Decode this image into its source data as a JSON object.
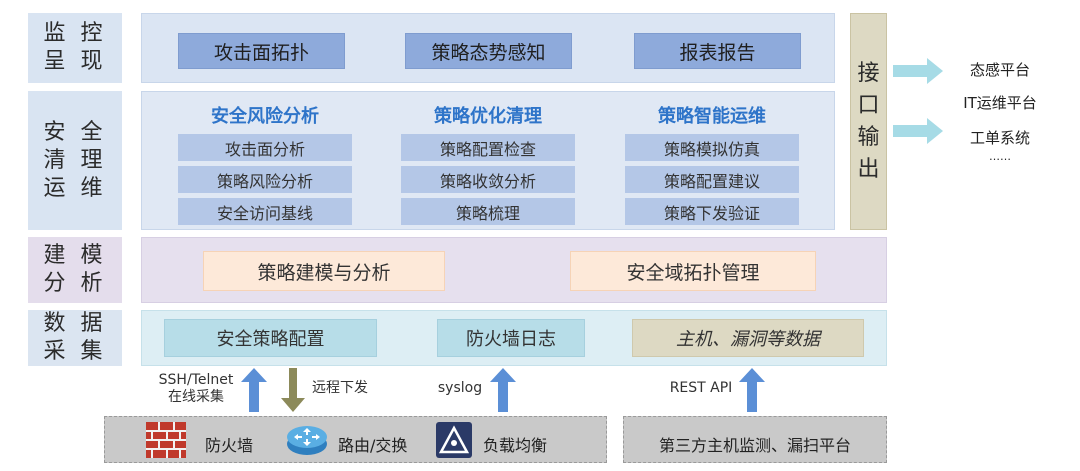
{
  "layers": {
    "monitor": "监 控\n呈 现",
    "security": "安 全\n清 理\n运 维",
    "modeling": "建 模\n分 析",
    "collect": "数 据\n采 集"
  },
  "monitor": {
    "items": [
      "攻击面拓扑",
      "策略态势感知",
      "报表报告"
    ]
  },
  "security": {
    "columns": [
      {
        "title": "安全风险分析",
        "items": [
          "攻击面分析",
          "策略风险分析",
          "安全访问基线"
        ]
      },
      {
        "title": "策略优化清理",
        "items": [
          "策略配置检查",
          "策略收敛分析",
          "策略梳理"
        ]
      },
      {
        "title": "策略智能运维",
        "items": [
          "策略模拟仿真",
          "策略配置建议",
          "策略下发验证"
        ]
      }
    ]
  },
  "modeling": {
    "items": [
      "策略建模与分析",
      "安全域拓扑管理"
    ]
  },
  "collect": {
    "items": [
      "安全策略配置",
      "防火墙日志",
      "主机、漏洞等数据"
    ]
  },
  "interface": {
    "label": "接\n口\n输\n出"
  },
  "outputs": [
    "态感平台",
    "IT运维平台",
    "工单系统",
    "……"
  ],
  "sources": {
    "ssh": "SSH/Telnet\n在线采集",
    "remote": "远程下发",
    "syslog": "syslog",
    "rest": "REST API"
  },
  "devices": {
    "firewall": "防火墙",
    "router": "路由/交换",
    "lb": "负载均衡",
    "thirdparty": "第三方主机监测、漏扫平台"
  },
  "colors": {
    "arrow_blue": "#5b8fd6",
    "arrow_olive": "#8c8a5a",
    "arrow_cyan": "#a6dbe6"
  }
}
